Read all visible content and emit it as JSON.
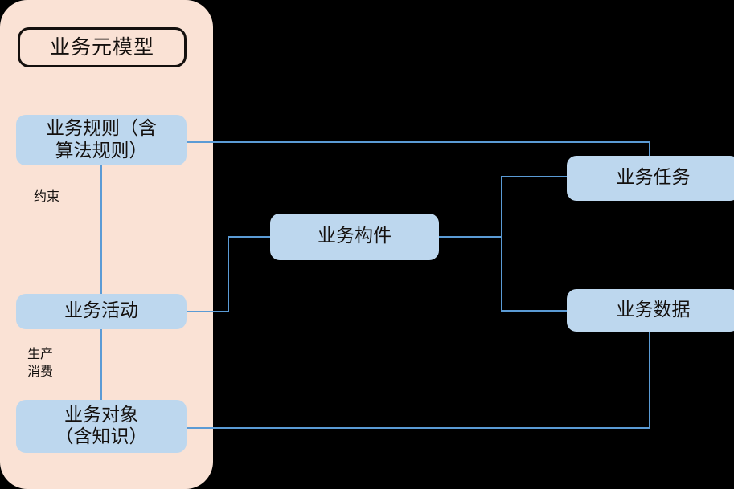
{
  "diagram": {
    "title": "业务元模型",
    "background_color": "#000000",
    "panel_color": "#fae2d5",
    "node_color": "#bdd7ee",
    "connector_color": "#5b9bd5",
    "text_color": "#14100e"
  },
  "nodes": {
    "rule": "业务规则（含\n算法规则）",
    "activity": "业务活动",
    "object": "业务对象\n（含知识）",
    "component": "业务构件",
    "task": "业务任务",
    "data": "业务数据"
  },
  "edge_labels": {
    "constrain": "约束",
    "produce_consume": "生产\n消费"
  }
}
